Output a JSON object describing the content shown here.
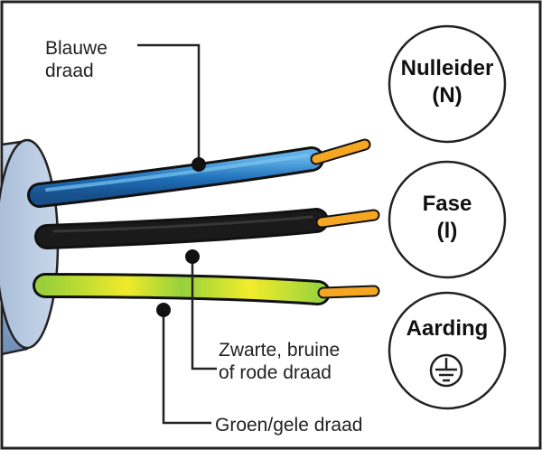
{
  "colors": {
    "frame": "#222222",
    "blue_wire": "#1f6fb8",
    "blue_wire_highlight": "#5fb0e8",
    "black_wire": "#151515",
    "green_wire": "#8fd23a",
    "yellow_wire": "#f2ea2a",
    "copper": "#f5a623",
    "cable_jacket": "#8ea9c9"
  },
  "wires": {
    "blue": {
      "label_line1": "Blauwe",
      "label_line2": "draad"
    },
    "black": {
      "label_line1": "Zwarte, bruine",
      "label_line2": "of rode draad"
    },
    "green": {
      "label": "Groen/gele draad"
    }
  },
  "circles": {
    "neutral": {
      "line1": "Nulleider",
      "line2": "(N)"
    },
    "phase": {
      "line1": "Fase",
      "line2": "(l)"
    },
    "earth": {
      "line1": "Aarding",
      "icon": "earth-ground-icon"
    }
  }
}
